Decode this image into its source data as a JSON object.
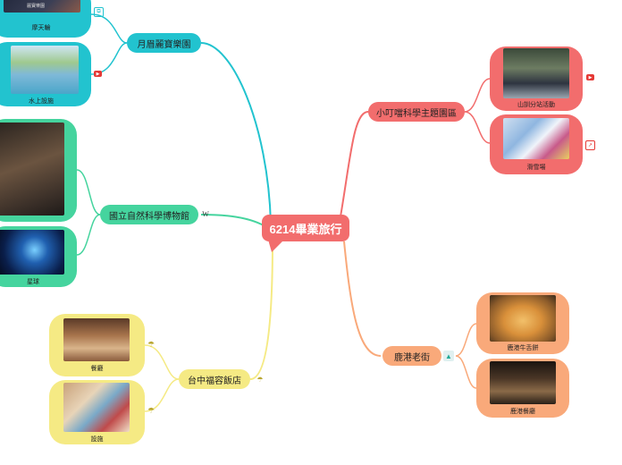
{
  "central": {
    "label": "6214畢業旅行"
  },
  "branches": {
    "yuemei": {
      "label": "月眉麗寶樂園",
      "color": "#22c3cf",
      "items": [
        {
          "caption": "摩天輪",
          "sign": "麗寶樂園",
          "icon": "copy-icon"
        },
        {
          "caption": "水上設施",
          "icon": "youtube-icon"
        }
      ]
    },
    "museum": {
      "label": "國立自然科學博物館",
      "color": "#45d49e",
      "link_icon": "W",
      "items": [
        {
          "caption": ""
        },
        {
          "caption": "星球"
        }
      ]
    },
    "hotel": {
      "label": "台中福容飯店",
      "color": "#f5ea84",
      "items": [
        {
          "caption": "餐廳"
        },
        {
          "caption": "設施"
        }
      ]
    },
    "xiaoding": {
      "label": "小叮噹科學主題園區",
      "color": "#f26d6d",
      "items": [
        {
          "caption": "山訓分站活動",
          "icon": "youtube-icon"
        },
        {
          "caption": "滑雪場",
          "icon": "external-link-icon"
        }
      ]
    },
    "lukang": {
      "label": "鹿港老街",
      "color": "#f9a97a",
      "items": [
        {
          "caption": "鹿港牛舌餅"
        },
        {
          "caption": "鹿港餐廳"
        }
      ]
    }
  }
}
